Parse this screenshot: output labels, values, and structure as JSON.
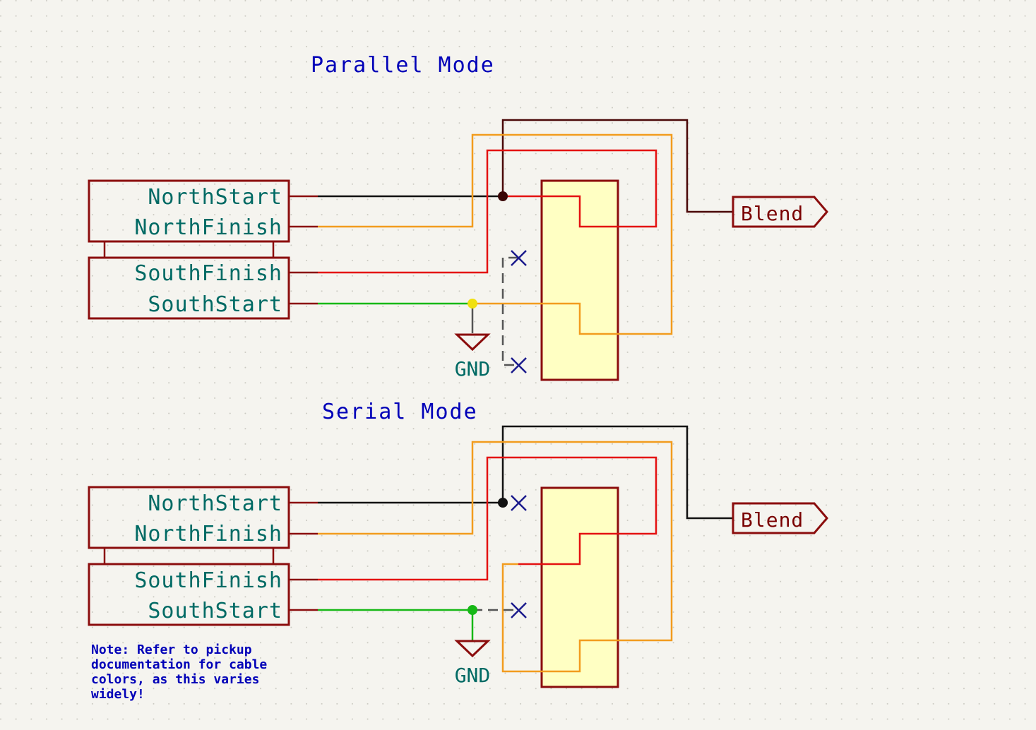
{
  "parallel": {
    "title": "Parallel Mode",
    "pins": [
      "NorthStart",
      "NorthFinish",
      "SouthFinish",
      "SouthStart"
    ],
    "gnd_label": "GND",
    "output_label": "Blend"
  },
  "serial": {
    "title": "Serial Mode",
    "pins": [
      "NorthStart",
      "NorthFinish",
      "SouthFinish",
      "SouthStart"
    ],
    "gnd_label": "GND",
    "output_label": "Blend"
  },
  "note": {
    "lines": [
      "Note: Refer to pickup",
      "documentation for cable",
      "colors, as this varies",
      "widely!"
    ]
  },
  "colors": {
    "background": "#f5f4ef",
    "symbol": "#8b0d0d",
    "switch_fill": "#ffffc3",
    "wire_black": "#111111",
    "wire_orange": "#f29c1e",
    "wire_red": "#e41111",
    "wire_green": "#16b816",
    "junction_parallel_gnd": "#f0e010",
    "junction_serial_gnd": "#16b816",
    "title_text": "#0000b8",
    "pin_text": "#006a64"
  }
}
